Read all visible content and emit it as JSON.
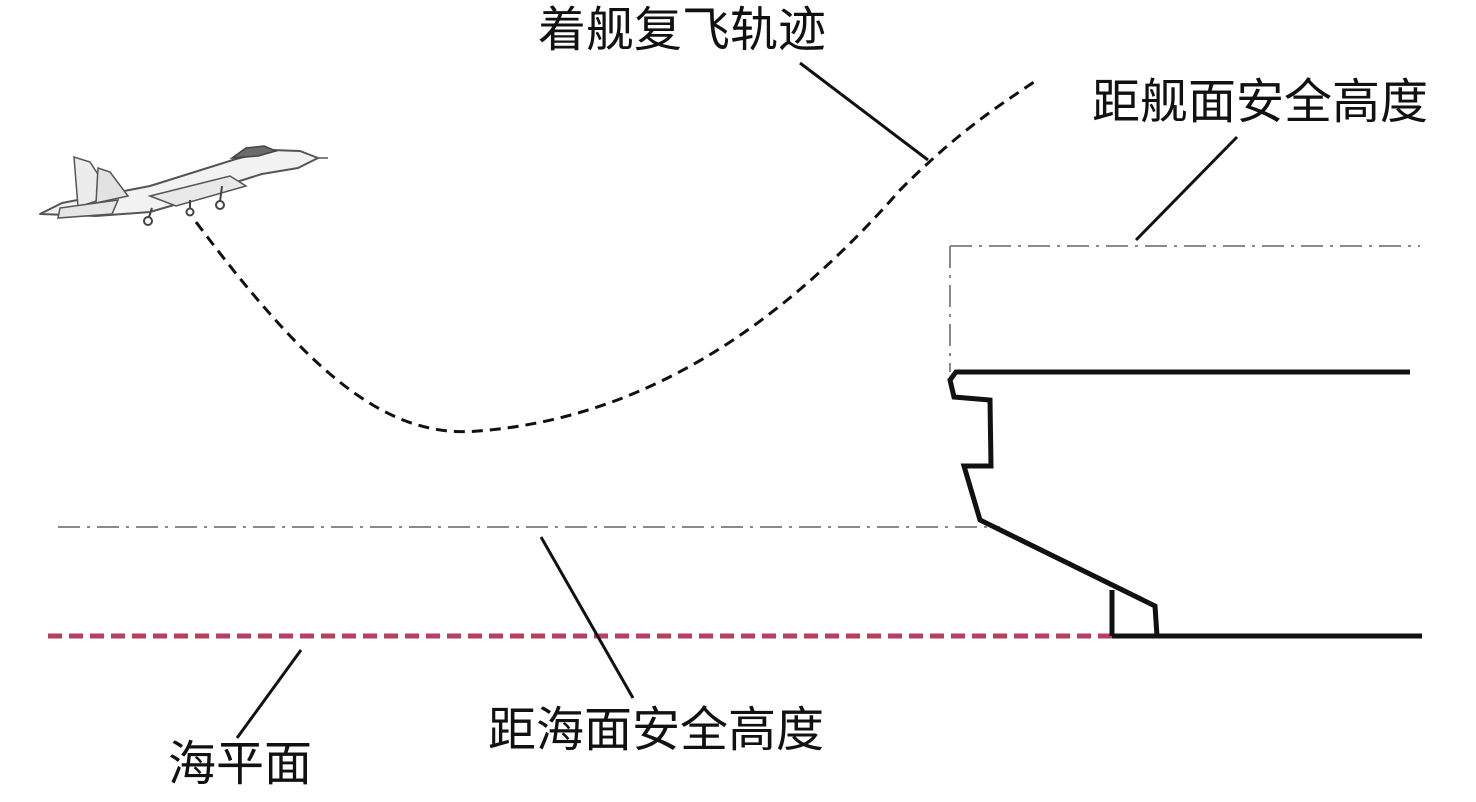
{
  "labels": {
    "trajectory": "着舰复飞轨迹",
    "deck_safe_height": "距舰面安全高度",
    "sea_safe_height": "距海面安全高度",
    "sea_level": "海平面"
  },
  "colors": {
    "ink": "#111111",
    "reference_line": "#8a8a8a",
    "sea_level_line": "#b5405f",
    "aircraft_fill": "#f2f2f2",
    "aircraft_stroke": "#555555"
  },
  "icons": {
    "aircraft": "fighter-jet-icon"
  }
}
